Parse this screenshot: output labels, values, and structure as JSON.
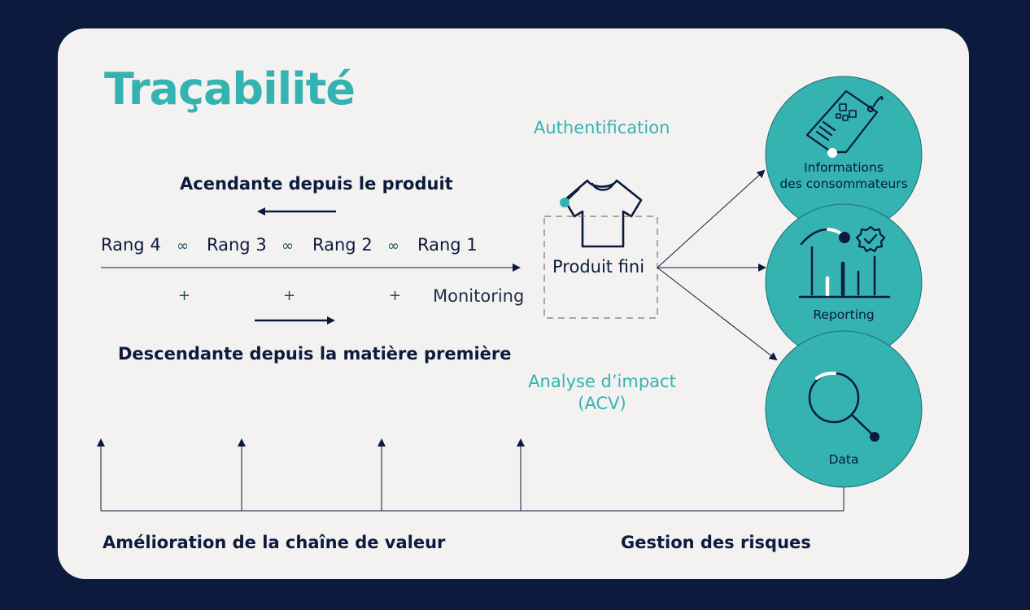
{
  "title": "Traçabilité",
  "authentification": "Authentification",
  "ascendante": "Acendante depuis le produit",
  "descendante": "Descendante depuis la matière première",
  "rangs": [
    "Rang 4",
    "Rang 3",
    "Rang 2",
    "Rang 1"
  ],
  "link_symbol": "∞",
  "plus_symbol": "+",
  "monitoring": "Monitoring",
  "produit_fini": "Produit fini",
  "analyse": {
    "line1": "Analyse d’impact",
    "line2": "(ACV)"
  },
  "circles": {
    "informations": {
      "line1": "Informations",
      "line2": "des consommateurs"
    },
    "reporting": "Reporting",
    "data": "Data"
  },
  "footer": {
    "amelioration": "Amélioration de la chaîne de valeur",
    "gestion": "Gestion des risques"
  },
  "colors": {
    "navy": "#0b1a3d",
    "teal": "#35b3b1",
    "card": "#f3f2f1"
  }
}
